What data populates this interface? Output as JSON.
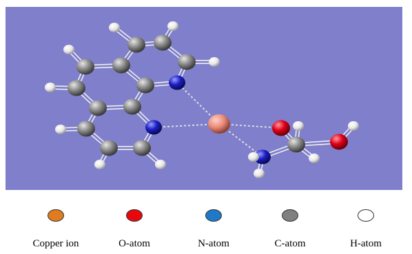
{
  "background_color": "#7f7fcc",
  "atom_colors": {
    "copper": "#e98a78",
    "oxygen": "#e0001a",
    "nitrogen": "#1c1fc4",
    "carbon": "#8c8c8c",
    "hydrogen": "#f2f2f2"
  },
  "legend": [
    {
      "label": "Copper ion",
      "color": "#e07b20"
    },
    {
      "label": "O-atom",
      "color": "#e8070d"
    },
    {
      "label": "N-atom",
      "color": "#1f78c8"
    },
    {
      "label": "C-atom",
      "color": "#808080"
    },
    {
      "label": "H-atom",
      "color": "#ffffff"
    }
  ]
}
